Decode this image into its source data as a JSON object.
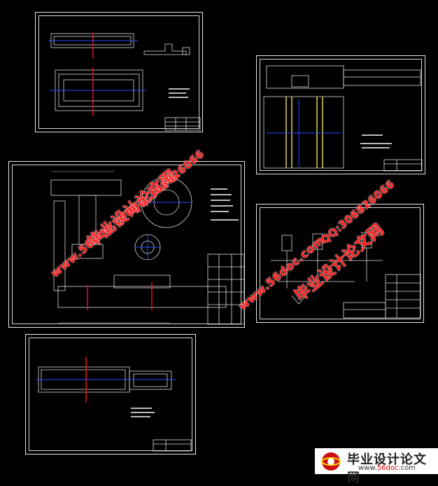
{
  "watermarks": {
    "site_cn": "毕业设计论文网",
    "site_url": "www.56doc.com",
    "qq": "QQ:306826066"
  },
  "logo": {
    "title": "毕业设计论文网",
    "url_prefix": "www.",
    "url_brand": "56doc",
    "url_suffix": ".com"
  },
  "colors": {
    "background": "#000000",
    "sheet_frame": "#e8e8e8",
    "watermark": "#ff1a1a",
    "centerline_red": "#e01010",
    "centerline_blue": "#2a4cff",
    "highlight_yellow": "#f0e060"
  }
}
